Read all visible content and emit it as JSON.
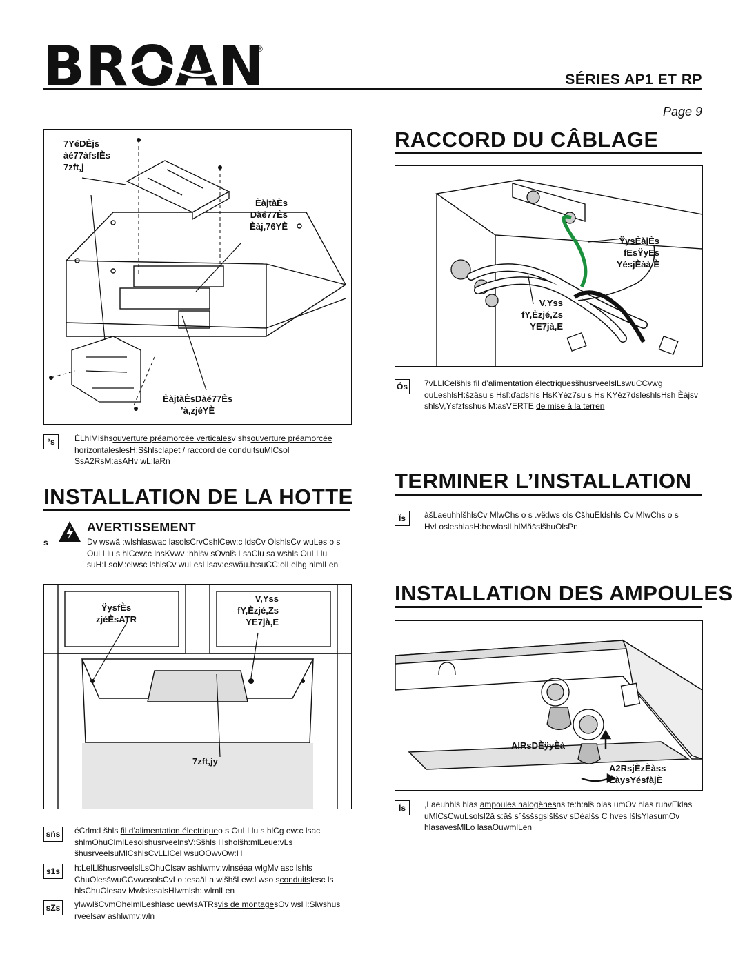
{
  "brand": {
    "name": "BROAN",
    "registered": "®"
  },
  "header": {
    "series": "SÉRIES AP1 ET RP",
    "page": "Page 9"
  },
  "sections": {
    "cablage": {
      "title": "RACCORD DU CÂBLAGE",
      "figure_labels": [
        "ŸysÈàjÈs\nfEsŸyEs\nYésjÈàà È",
        "V,Yss\nfY,Èzjé,Zs\nYE7jà,E"
      ],
      "step": {
        "num": "Ós",
        "t1": "7vLLlCelšhls ",
        "link1": "fil d’alimentation électriques",
        "t2": "šhusrveelslLswuCCvwg ouLeshlsH:šzâsu s  Hsľ:ďadshls HsKYéz7su s Hs KYéz7dsleshlsHsh Èàjsv shlsV,Ysfzfsshus M:asVERTE",
        "link2": "de mise à la terren"
      }
    },
    "hotte_figure": {
      "labels": [
        "7YéDÈjs\nàé77àfsfÈs\n7zft,j",
        "ÈàjtàÈs\nDàé77Ès\nÈàj,76YÈ",
        "ÈàjtàÈsDàé77Ès\n’à,zjéYÈ"
      ]
    },
    "step_s": {
      "num": "°s",
      "t1": "ÈLhlMlšhs",
      "link1": "ouverture préamorcée verticales",
      "t2": "v shs",
      "link2": "ouverture préamorcée horizontales",
      "t3": "lesH:Sšhls",
      "link3": "clapet / raccord de conduits",
      "t4": "uMlCsol SsA2RsM:asAHv wL:laRn"
    },
    "installation_hotte": {
      "title": "INSTALLATION DE LA HOTTE"
    },
    "warning": {
      "heading": "AVERTISSEMENT",
      "mark": "s",
      "text": "Dv wswă :wlshlaswac lasolsCrvCshlCew:c ldsCv OlshlsCv wuLes o s OuLLlu s hlCew:c lnsKvwv :hhlšv sOvalš LsaClu sa wshls OuLLlu suH:LsoM:elwsc lshlsCv wuLesLlsav:eswău.h:suCC:olLelhg hlmlLen"
    },
    "install_figure": {
      "labels": [
        "ŸysfÈs\nzjéÈsATR",
        "V,Yss\nfY,Èzjé,Zs\nYE7jà,E",
        "7zft,jy"
      ]
    },
    "steps_left": [
      {
        "num": "sñs",
        "t1": "éCrlm:Lšhls ",
        "link1": "fil d’alimentation électrique",
        "t2": "o s OuLLlu s hlCg ew:c lsac shlmOhuClmlLesolshusrveelnsV:Sšhls Hsholšh:mlLeue:vLs šhusrveelsuMlCshlsCvLLlCel wsuOOwvOw:H"
      },
      {
        "num": "s1s",
        "t1": "h:LelLlšhusrveelslLsOhuClsav ashlwmv:wlnséaa wlgMv asc lshls ChuOlesšwuCCvwosolsCvLo :esaăLa wlšhšLew:l wso s",
        "link1": "conduits",
        "t2": "lesc ls hlsChuOlesav MwlslesalsHlwmlsh:.wlmlLen"
      },
      {
        "num": "sZs",
        "t1": "ylwwlšCvmOhelmlLeshlasc uewlsATRs",
        "link1": "vis de montage",
        "t2": "sOv wsH:Slwshus rveelsav ashlwmv:wln"
      }
    ],
    "terminer": {
      "title": "TERMINER L’INSTALLATION",
      "step": {
        "num": "Ïs",
        "text": "àšLaeuhhlšhlsCv MlwChs o s .vë:lws ols CšhuEldshls Cv MlwChs o s HvLosleshlasH:hewlaslLhlMăšslšhuOlsPn"
      }
    },
    "ampoules": {
      "title": "INSTALLATION DES AMPOULES",
      "figure_labels": [
        "AlRsDÈÿyÈà",
        "A2RsjÈzÈàss\nÈàysYésfàjÈ"
      ],
      "step": {
        "num": "Ïs",
        "t1": ",Laeuhhlš hlas ",
        "link1": "ampoules halogènes",
        "t2": "ns te:h:alš olas umOv hlas ruhvEklas  uMlCsCwuLsolsl2ă s:ăš s°šsšsgslšlšsv sDéalšs C hves lšlsYlasumOv hlasavesMlLo lasaOuwmlLen"
      }
    }
  },
  "colors": {
    "text": "#111111",
    "ground_wire": "#1a8f3c",
    "background": "#ffffff"
  }
}
